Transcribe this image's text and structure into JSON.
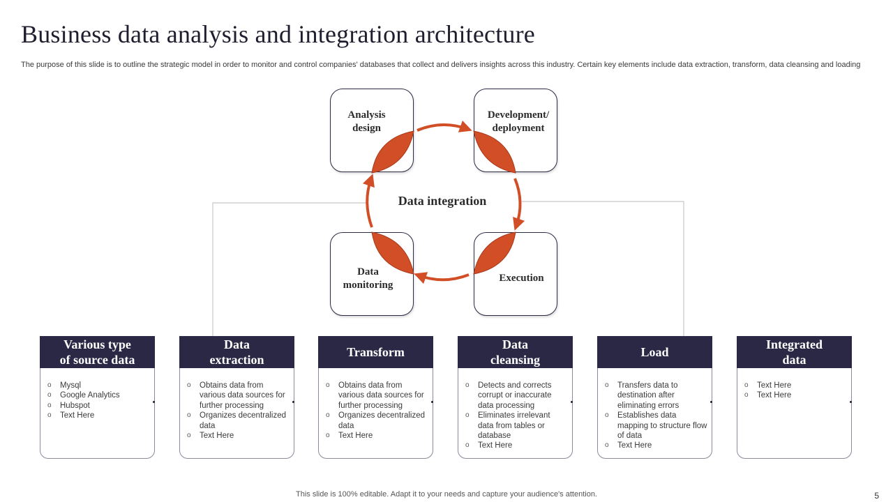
{
  "slide": {
    "title": "Business data analysis and integration architecture",
    "subtitle": "The purpose of this slide is to outline the strategic model in order to monitor and control companies' databases that collect and delivers insights across this industry. Certain key elements include data extraction, transform, data cleansing and loading",
    "footer": "This slide is 100% editable. Adapt it to your needs and capture your audience's attention.",
    "page_number": "5"
  },
  "cycle": {
    "center_label": "Data integration",
    "accent_color": "#d24e27",
    "steps": [
      {
        "label": "Analysis\ndesign"
      },
      {
        "label": "Development/\ndeployment"
      },
      {
        "label": "Execution"
      },
      {
        "label": "Data\nmonitoring"
      }
    ]
  },
  "stages": [
    {
      "title": "Various type\nof source data",
      "items": [
        "Mysql",
        "Google Analytics",
        "Hubspot",
        "Text Here"
      ]
    },
    {
      "title": "Data\nextraction",
      "items": [
        "Obtains data from various data sources for further processing",
        "Organizes decentralized data",
        "Text Here"
      ]
    },
    {
      "title": "Transform",
      "items": [
        "Obtains data from various data sources for further processing",
        "Organizes decentralized data",
        "Text Here"
      ]
    },
    {
      "title": "Data\ncleansing",
      "items": [
        "Detects and corrects corrupt or inaccurate data processing",
        "Eliminates irrelevant data from tables or database",
        "Text Here"
      ]
    },
    {
      "title": "Load",
      "items": [
        "Transfers data to destination after eliminating errors",
        "Establishes data mapping to structure flow of data",
        "Text Here"
      ]
    },
    {
      "title": "Integrated\ndata",
      "items": [
        "Text Here",
        "Text Here"
      ]
    }
  ],
  "colors": {
    "header_bg": "#2a2845",
    "accent": "#d24e27"
  }
}
